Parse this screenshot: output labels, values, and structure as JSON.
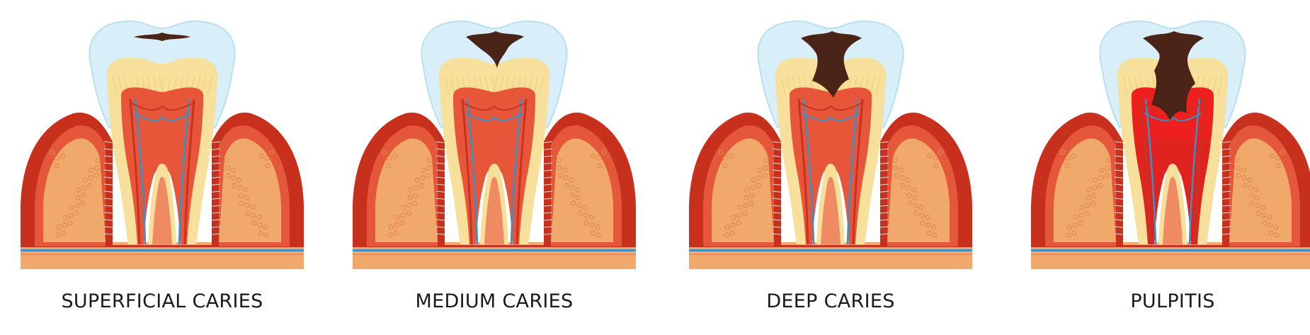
{
  "stages": [
    {
      "key": "superficial",
      "label": "SUPERFICIAL CARIES",
      "caries_level": 1
    },
    {
      "key": "medium",
      "label": "MEDIUM CARIES",
      "caries_level": 2
    },
    {
      "key": "deep",
      "label": "DEEP CARIES",
      "caries_level": 3
    },
    {
      "key": "pulpitis",
      "label": "PULPITIS",
      "caries_level": 4
    }
  ],
  "colors": {
    "enamel": "#d8eef8",
    "enamel_edge": "#b9dff0",
    "dentin": "#f7df9c",
    "dentin_lines": "#f3cf74",
    "pulp": "#e8563a",
    "pulp_inflamed": "#e0231e",
    "vessel_red": "#c83222",
    "vessel_blue": "#3a8fc7",
    "gum_dark": "#c8301e",
    "gum_mid": "#e4573b",
    "gum_light": "#f08a63",
    "bone": "#f1a86b",
    "bone_pattern": "#e08a4e",
    "caries": "#4a2416"
  }
}
